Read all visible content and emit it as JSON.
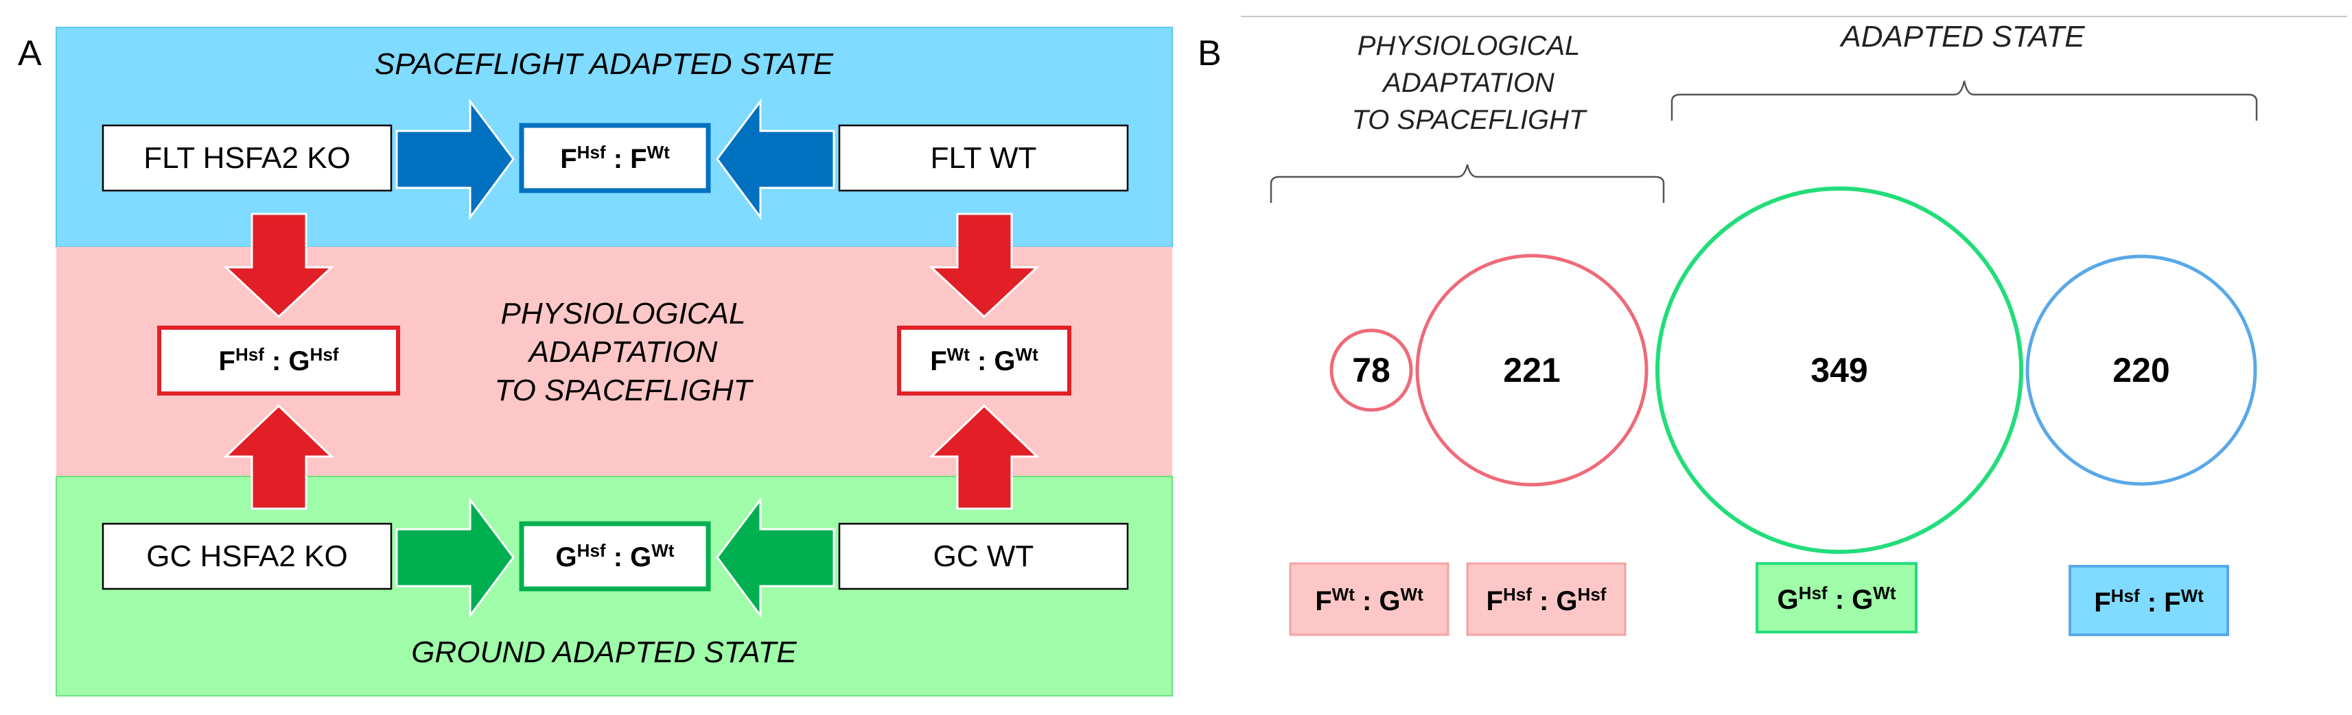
{
  "panel_a": {
    "letter": "A",
    "top_band_title": "SPACEFLIGHT ADAPTED STATE",
    "middle_title": [
      "PHYSIOLOGICAL",
      "ADAPTATION",
      "TO SPACEFLIGHT"
    ],
    "bottom_band_title": "GROUND ADAPTED STATE",
    "flt_ko": "FLT HSFA2 KO",
    "flt_wt": "FLT WT",
    "gc_ko": "GC HSFA2 KO",
    "gc_wt": "GC WT",
    "comp_flt": {
      "a": "F",
      "a_sup": "Hsf",
      "sep": " : ",
      "b": "F",
      "b_sup": "Wt"
    },
    "comp_gc": {
      "a": "G",
      "a_sup": "Hsf",
      "sep": " : ",
      "b": "G",
      "b_sup": "Wt"
    },
    "comp_ko": {
      "a": "F",
      "a_sup": "Hsf",
      "sep": " : ",
      "b": "G",
      "b_sup": "Hsf"
    },
    "comp_wt": {
      "a": "F",
      "a_sup": "Wt",
      "sep": " : ",
      "b": "G",
      "b_sup": "Wt"
    },
    "colors": {
      "blue_band": "#7fdbff",
      "pink_band": "#fec7c7",
      "green_band": "#9ffca9",
      "blue_arrow": "#0070c0",
      "red_arrow": "#e21f26",
      "green_arrow": "#00b050"
    }
  },
  "panel_b": {
    "letter": "B",
    "bracket_left_label": [
      "PHYSIOLOGICAL",
      "ADAPTATION",
      "TO SPACEFLIGHT"
    ],
    "bracket_right_label": "ADAPTED STATE",
    "circles": [
      {
        "value": "78",
        "color": "#ee6a78"
      },
      {
        "value": "221",
        "color": "#ee6a78"
      },
      {
        "value": "349",
        "color": "#22dd7a"
      },
      {
        "value": "220",
        "color": "#59a8e8"
      }
    ],
    "legend": [
      {
        "a": "F",
        "a_sup": "Wt",
        "sep": " : ",
        "b": "G",
        "b_sup": "Wt",
        "fill": "#fec7c7"
      },
      {
        "a": "F",
        "a_sup": "Hsf",
        "sep": " : ",
        "b": "G",
        "b_sup": "Hsf",
        "fill": "#fec7c7"
      },
      {
        "a": "G",
        "a_sup": "Hsf",
        "sep": " : ",
        "b": "G",
        "b_sup": "Wt",
        "fill": "#9ffca9"
      },
      {
        "a": "F",
        "a_sup": "Hsf",
        "sep": " : ",
        "b": "F",
        "b_sup": "Wt",
        "fill": "#7fdbff"
      }
    ]
  }
}
